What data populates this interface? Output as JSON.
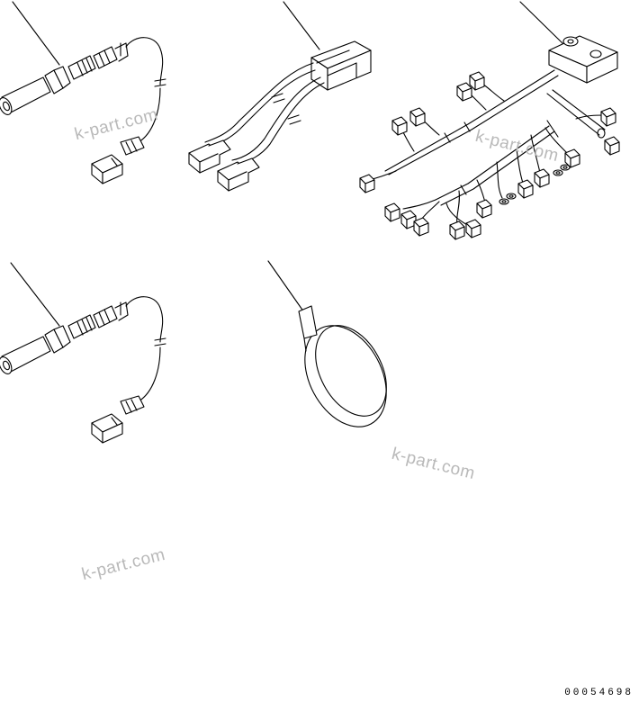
{
  "watermarks": [
    "k-part.com",
    "k-part.com",
    "k-part.com",
    "k-part.com"
  ],
  "document_number": "00054698",
  "line_color": "#000000",
  "watermark_color": "#b9b9b9",
  "parts": [
    {
      "name": "oxygen-sensor-upper"
    },
    {
      "name": "sensor-wiring-harness"
    },
    {
      "name": "main-wiring-harness"
    },
    {
      "name": "oxygen-sensor-lower"
    },
    {
      "name": "band-clamp"
    }
  ]
}
